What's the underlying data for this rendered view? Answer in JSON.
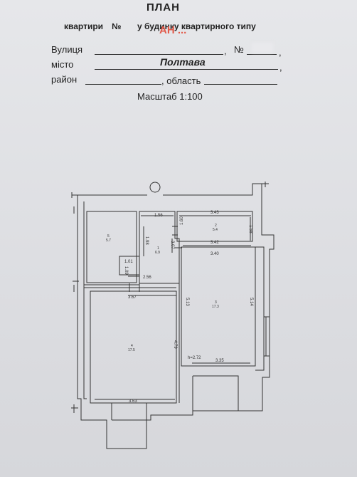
{
  "header": {
    "title": "ПЛАН",
    "line1_a": "квартири",
    "line1_b": "№",
    "line1_c": "у будинку квартирного типу",
    "watermark": "АН ...",
    "street_label": "Вулиця",
    "street_comma": ",",
    "number_label": "№",
    "city_label": "місто",
    "city_value": "Полтава",
    "city_comma": ",",
    "district_label": "район",
    "region_label": ", область",
    "scale": "Масштаб 1:100"
  },
  "plan": {
    "dims": {
      "d1_56": "1.56",
      "d3_43": "3.43",
      "d1_98": "1.98",
      "d1_60": "1.60",
      "d1_58": "1.58",
      "d3_07": "3.07",
      "d3_42": "3.42",
      "d3_40": "3.40",
      "d1_01": "1.01",
      "d1_09": "1.09",
      "d2_56": "2.56",
      "d3_67": "3.67",
      "d5_13": "5.13",
      "d5_14": "5.14",
      "d4_79": "4.79",
      "h": "h=2.72",
      "d3_35": "3.35",
      "d3_63": "3.63"
    },
    "rooms": [
      {
        "n": "5",
        "a": "5.7"
      },
      {
        "n": "1",
        "a": "6.9"
      },
      {
        "n": "2",
        "a": "5.4"
      },
      {
        "n": "3",
        "a": "17.3"
      },
      {
        "n": "4",
        "a": "17.5"
      }
    ]
  }
}
